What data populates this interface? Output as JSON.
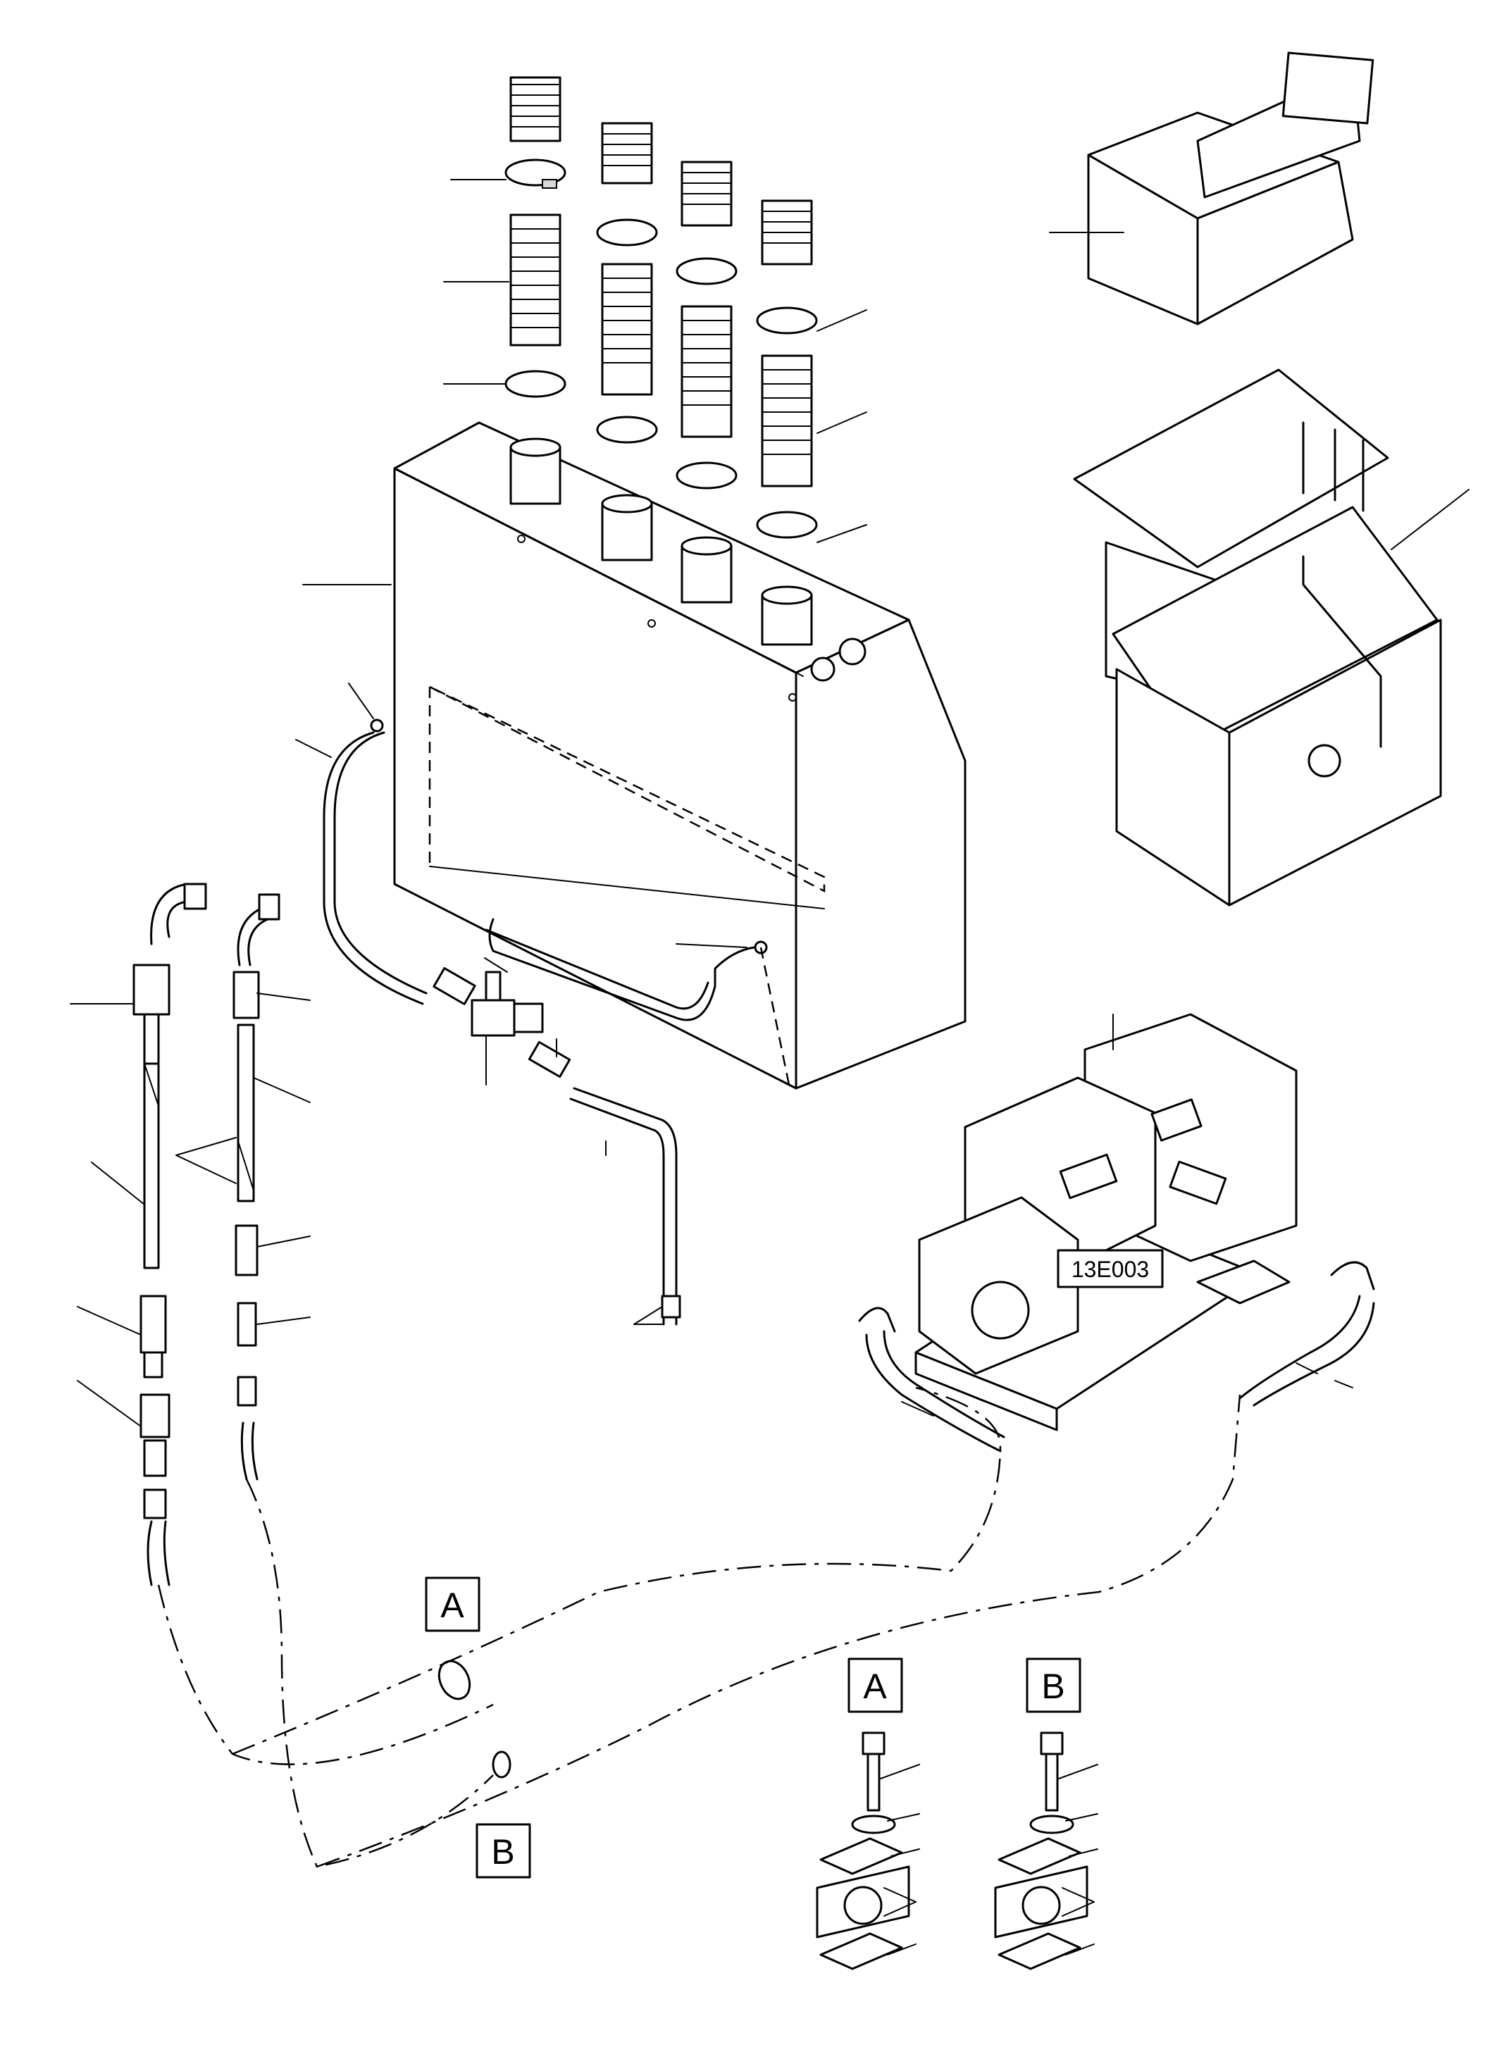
{
  "figure_code": "13E003",
  "detail_markers": {
    "a_main": "A",
    "b_main": "B",
    "a_detail": "A",
    "b_detail": "B"
  }
}
